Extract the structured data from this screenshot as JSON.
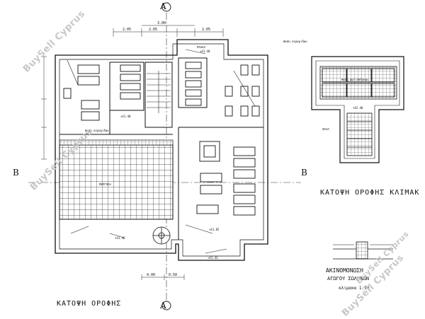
{
  "drawing": {
    "main_title": "ΚΑΤΟΨΗ ΟΡΟΦΗΣ",
    "stair_title": "ΚΑΤΟΨΗ ΟΡΟΦΗΣ ΚΛΙΜΑΚ",
    "legend_line1": "ΑΚΙΝΟΜΟΝΩΣΗ",
    "legend_line2": "ΑΓΩΓΟΥ ΣΩΛΗΝΩΝ",
    "scale": "κλιμακα 1:50",
    "section_left": "B",
    "section_right": "B",
    "section_top": "A",
    "section_bottom": "A",
    "dim_top_1": "2.05",
    "dim_top_2": "3.00",
    "dim_top_3": "2.05",
    "dim_top_4": "2.05",
    "dim_bottom_1": "4.00",
    "dim_bottom_2": "0.50",
    "tag_plaka": "ΠΛΑΚΑ",
    "level_1": "+41.40",
    "level_2": "+41.40",
    "level_3": "+41.85",
    "level_4": "+41.43",
    "level_5": "+41.40",
    "roof_note_1": "θαση κεραμιδων",
    "roof_note_2": "θαση κεραμιδων",
    "pergola": "ΠΕΡΓΟΛΑ",
    "stair_note": "ΣΚΑΛ",
    "stair_level": "+42.40",
    "glass_note": "θαση φωτισθλακων"
  },
  "watermarks": [
    "BuySell Cyprus",
    "BuySell Cyprus",
    "BuySell Cyprus",
    "BuySell Cyprus"
  ]
}
